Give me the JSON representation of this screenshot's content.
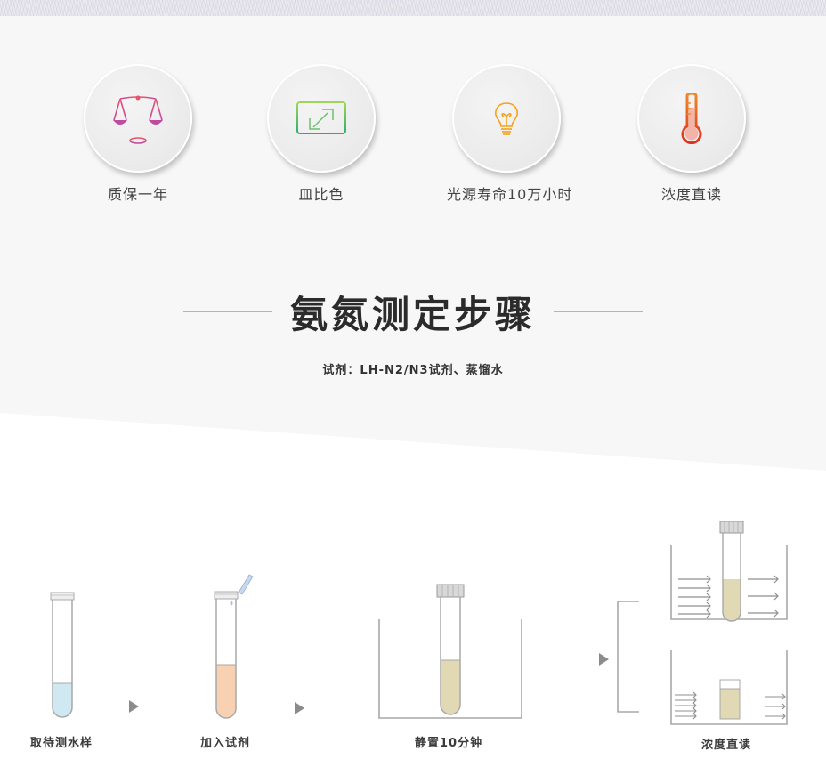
{
  "features": [
    {
      "label": "质保一年",
      "icon": "scale-icon",
      "color": "#d9457f"
    },
    {
      "label": "皿比色",
      "icon": "expand-screen-icon",
      "color": "#34b36a"
    },
    {
      "label": "光源寿命10万小时",
      "icon": "lightbulb-icon",
      "color": "#f5a21a"
    },
    {
      "label": "浓度直读",
      "icon": "thermometer-icon",
      "color": "#e53a24"
    }
  ],
  "section": {
    "title": "氨氮测定步骤",
    "subtitle": "试剂：LH-N2/N3试剂、蒸馏水"
  },
  "steps": [
    {
      "label": "取待测水样",
      "liquid_color": "#cfe8f2"
    },
    {
      "label": "加入试剂",
      "liquid_color": "#f8d1b2"
    },
    {
      "label": "静置10分钟",
      "liquid_color": "#e1d8b4"
    },
    {
      "label": "浓度直读",
      "liquid_color": "#e1d8b4"
    }
  ],
  "colors": {
    "background_band": "#f7f7f7",
    "title_line": "#b5b5b5",
    "arrow": "#8b8b8b"
  }
}
